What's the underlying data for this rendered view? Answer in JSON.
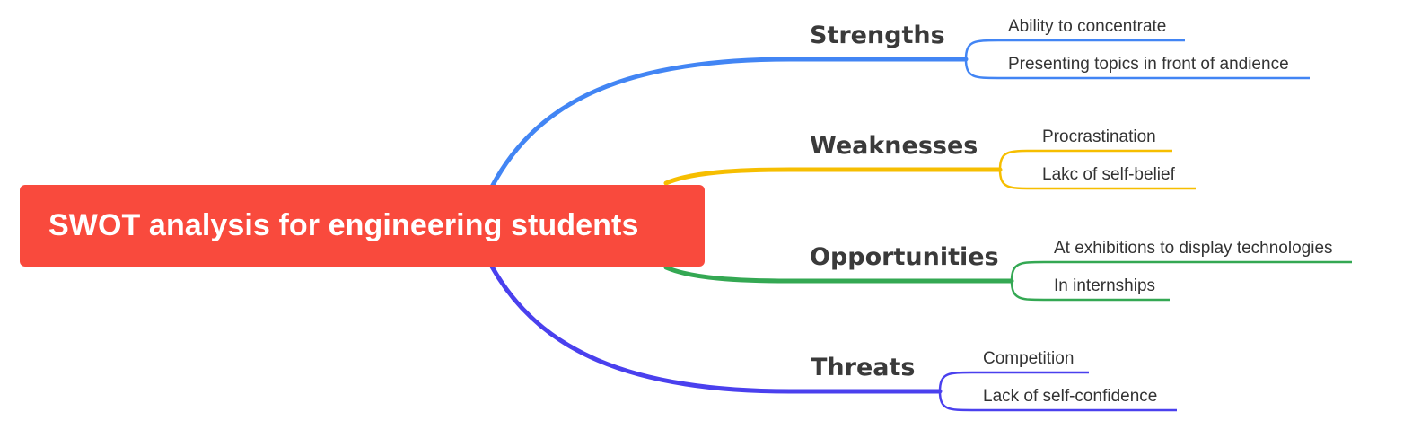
{
  "title": "SWOT analysis for engineering students",
  "branches": [
    {
      "label": "Strengths",
      "color": "#4285f4",
      "items": [
        "Ability to concentrate",
        "Presenting topics in front of andience"
      ]
    },
    {
      "label": "Weaknesses",
      "color": "#f6be00",
      "items": [
        "Procrastination",
        "Lakc of self-belief"
      ]
    },
    {
      "label": "Opportunities",
      "color": "#34a853",
      "items": [
        "At exhibitions to display technologies",
        "In internships"
      ]
    },
    {
      "label": "Threats",
      "color": "#4a40ee",
      "items": [
        "Competition",
        "Lack of self-confidence"
      ]
    }
  ]
}
